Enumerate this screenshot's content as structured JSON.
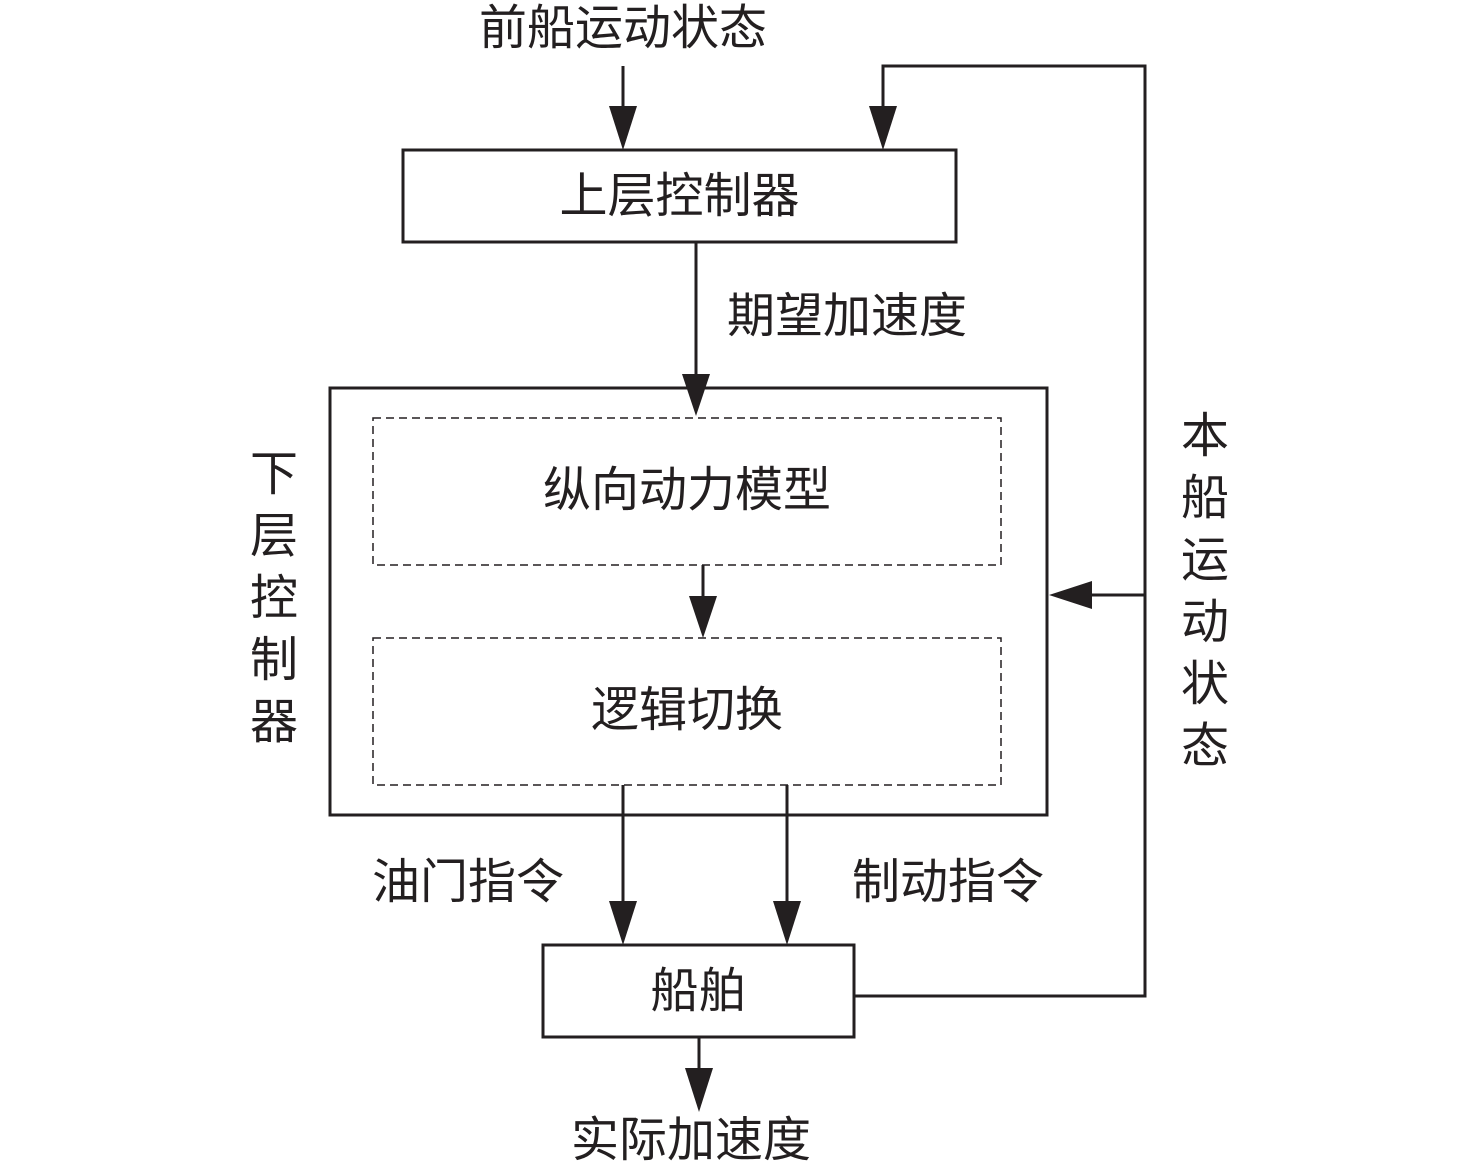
{
  "title": "",
  "inputs": {
    "front_ship_state": "前船运动状态"
  },
  "blocks": {
    "upper_controller": "上层控制器",
    "lower_controller": "下层控制器",
    "longitudinal_model": "纵向动力模型",
    "logic_switch": "逻辑切换",
    "ship": "船舶"
  },
  "signals": {
    "desired_accel": "期望加速度",
    "throttle_cmd": "油门指令",
    "brake_cmd": "制动指令",
    "own_ship_state": "本船运动状态",
    "actual_accel": "实际加速度"
  }
}
